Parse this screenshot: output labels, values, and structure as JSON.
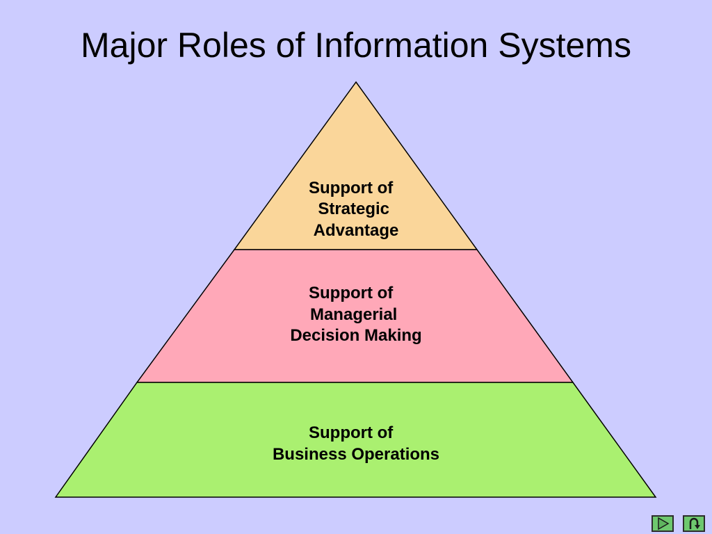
{
  "slide": {
    "title": "Major Roles of Information Systems"
  },
  "pyramid": {
    "tiers": [
      {
        "lines": [
          "Support of",
          "Strategic",
          "Advantage"
        ],
        "color": "#fad69a"
      },
      {
        "lines": [
          "Support of",
          "Managerial",
          "Decision Making"
        ],
        "color": "#ffa8b8"
      },
      {
        "lines": [
          "Support of",
          "Business Operations"
        ],
        "color": "#aaf070"
      }
    ],
    "outline_color": "#000000"
  },
  "navigation": {
    "next_icon": "play-icon",
    "return_icon": "u-turn-icon",
    "button_color": "#6ec86e"
  }
}
